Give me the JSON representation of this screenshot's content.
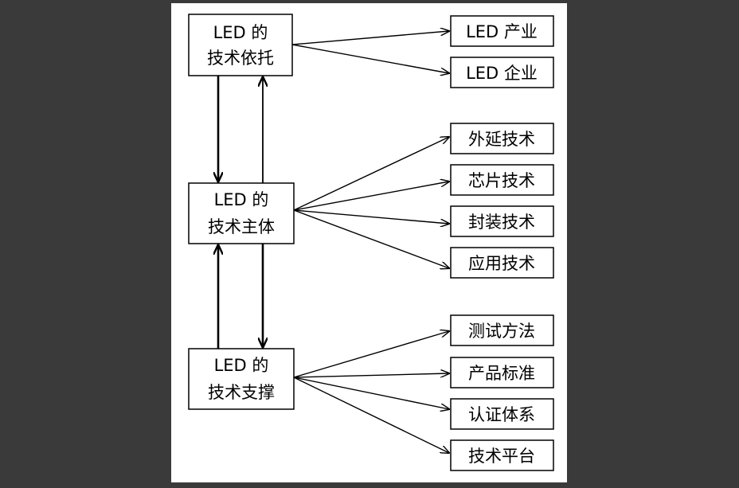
{
  "colors": {
    "backdrop": "#3a3a3a",
    "paper": "#ffffff",
    "ink": "#000000"
  },
  "nodes": {
    "basis": {
      "line1": "LED 的",
      "line2": "技术依托"
    },
    "core": {
      "line1": "LED 的",
      "line2": "技术主体"
    },
    "support": {
      "line1": "LED 的",
      "line2": "技术支撑"
    },
    "industry": "LED 产业",
    "enterprise": "LED 企业",
    "epitaxy": "外延技术",
    "chip": "芯片技术",
    "packaging": "封装技术",
    "application": "应用技术",
    "test_methods": "测试方法",
    "product_standards": "产品标准",
    "certification": "认证体系",
    "tech_platform": "技术平台"
  }
}
